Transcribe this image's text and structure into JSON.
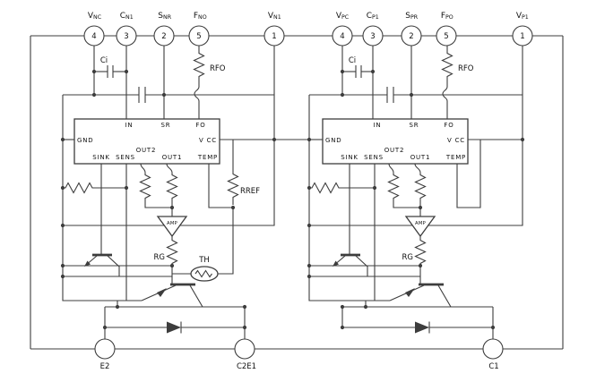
{
  "colors": {
    "line": "#3d3d3d",
    "text": "#101010",
    "background": "#ffffff"
  },
  "top_terminals": [
    {
      "main": "V",
      "sub": "NC",
      "pin": "4"
    },
    {
      "main": "C",
      "sub": "N1",
      "pin": "3"
    },
    {
      "main": "S",
      "sub": "NR",
      "pin": "2"
    },
    {
      "main": "F",
      "sub": "NO",
      "pin": "5"
    },
    {
      "main": "V",
      "sub": "N1",
      "pin": "1"
    },
    {
      "main": "V",
      "sub": "PC",
      "pin": "4"
    },
    {
      "main": "C",
      "sub": "P1",
      "pin": "3"
    },
    {
      "main": "S",
      "sub": "PR",
      "pin": "2"
    },
    {
      "main": "F",
      "sub": "PO",
      "pin": "5"
    },
    {
      "main": "V",
      "sub": "P1",
      "pin": "1"
    }
  ],
  "bottom_terminals": [
    {
      "label": "E2"
    },
    {
      "label": "C2E1"
    },
    {
      "label": "C1"
    }
  ],
  "ic_blocks": [
    {
      "pins": {
        "in": "IN",
        "sr": "SR",
        "fo": "FO",
        "gnd": "GND",
        "vcc": "V CC",
        "sink": "SINK",
        "sens": "SENS",
        "out2": "OUT2",
        "out1": "OUT1",
        "temp": "TEMP"
      }
    },
    {
      "pins": {
        "in": "IN",
        "sr": "SR",
        "fo": "FO",
        "gnd": "GND",
        "vcc": "V CC",
        "sink": "SINK",
        "sens": "SENS",
        "out2": "OUT2",
        "out1": "OUT1",
        "temp": "TEMP"
      }
    }
  ],
  "components": {
    "ci_left": "Ci",
    "rfo_left": "RFO",
    "rref_left": "RREF",
    "rg_left": "RG",
    "th_left": "TH",
    "amp_left": "AMP",
    "ci_right": "Ci",
    "rfo_right": "RFO",
    "rg_right": "RG",
    "amp_right": "AMP"
  }
}
